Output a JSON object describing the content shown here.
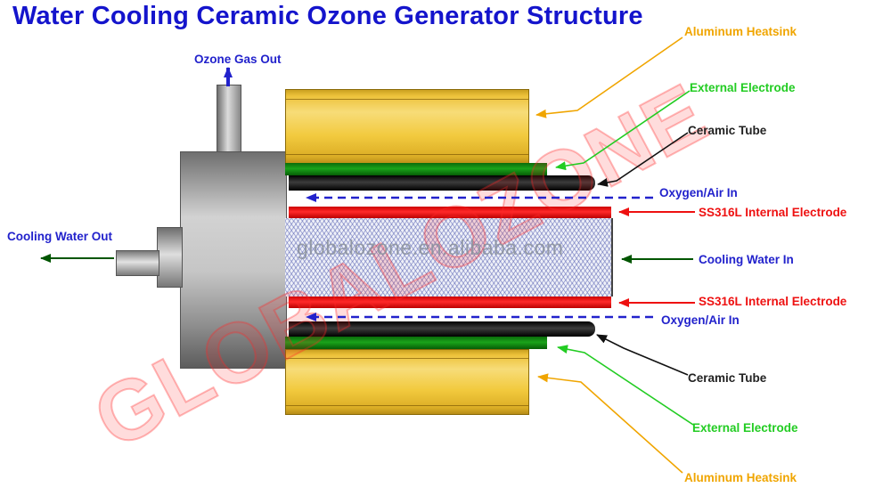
{
  "title": "Water Cooling Ceramic Ozone Generator Structure",
  "watermarks": {
    "center": "globalozone.en.alibaba.com",
    "diagonal": "GLOBALOZONE"
  },
  "labels": {
    "ozone_gas_out": "Ozone Gas Out",
    "cooling_water_out": "Cooling Water Out",
    "heatsink_top": "Aluminum Heatsink",
    "external_electrode_top": "External Electrode",
    "ceramic_tube_top": "Ceramic Tube",
    "oxygen_air_in_top": "Oxygen/Air In",
    "internal_electrode_top": "SS316L Internal Electrode",
    "cooling_water_in": "Cooling Water In",
    "internal_electrode_bottom": "SS316L Internal Electrode",
    "oxygen_air_in_bottom": "Oxygen/Air In",
    "ceramic_tube_bottom": "Ceramic Tube",
    "external_electrode_bottom": "External Electrode",
    "heatsink_bottom": "Aluminum Heatsink"
  },
  "colors": {
    "title_blue": "#1414cc",
    "label_blue": "#2222cc",
    "label_orange": "#f0a500",
    "label_green": "#22cc22",
    "label_red": "#ee1111",
    "label_black": "#222222",
    "arrow_dark_green": "#005500",
    "heatsink_gold": "#f2ca3e",
    "electrode_green": "#0b6b0b",
    "ceramic_black": "#151515",
    "internal_electrode_red": "#e80e0e",
    "watermark_red": "#ff2828"
  }
}
